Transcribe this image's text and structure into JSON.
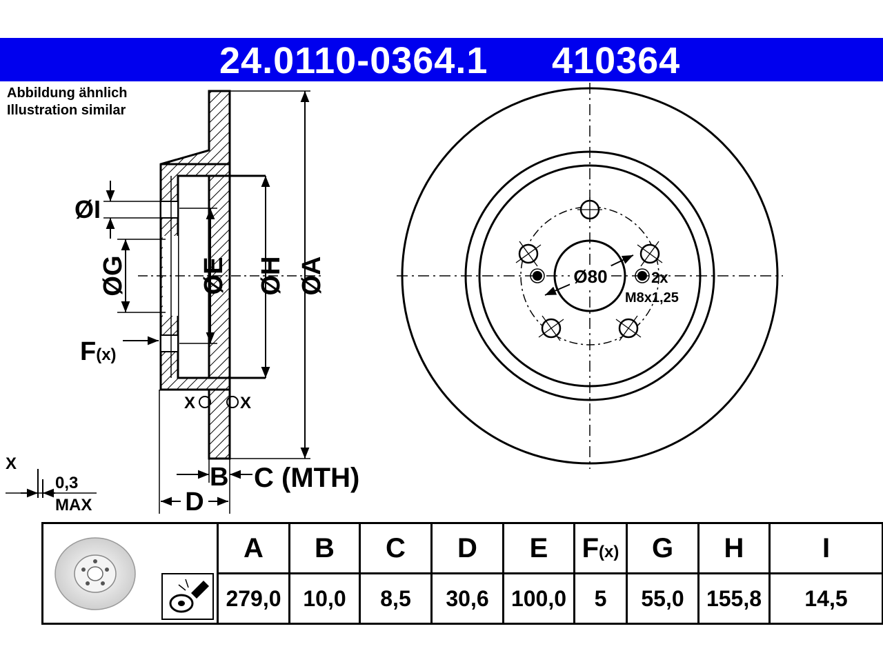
{
  "header": {
    "part_number": "24.0110-0364.1",
    "short_number": "410364"
  },
  "note": {
    "line1": "Abbildung ähnlich",
    "line2": "Illustration similar"
  },
  "side_view": {
    "labels": {
      "I": "ØI",
      "G": "ØG",
      "E": "ØE",
      "H": "ØH",
      "A": "ØA",
      "F": "F",
      "F_sub": "(x)",
      "B": "B",
      "C": "C (MTH)",
      "D": "D",
      "x_left": "X",
      "x_right": "X",
      "runout_x": "X",
      "runout_value": "0,3",
      "runout_max": "MAX"
    }
  },
  "front_view": {
    "center_bore": "Ø80",
    "thread_count": "2x",
    "thread_spec": "M8x1,25"
  },
  "table": {
    "headers": [
      "A",
      "B",
      "C",
      "D",
      "E",
      "F",
      "G",
      "H",
      "I"
    ],
    "f_header_sub": "(x)",
    "values": [
      "279,0",
      "10,0",
      "8,5",
      "30,6",
      "100,0",
      "5",
      "55,0",
      "155,8",
      "14,5"
    ]
  },
  "colors": {
    "header_bg": "#0000ee",
    "header_text": "#ffffff",
    "line": "#000000"
  }
}
